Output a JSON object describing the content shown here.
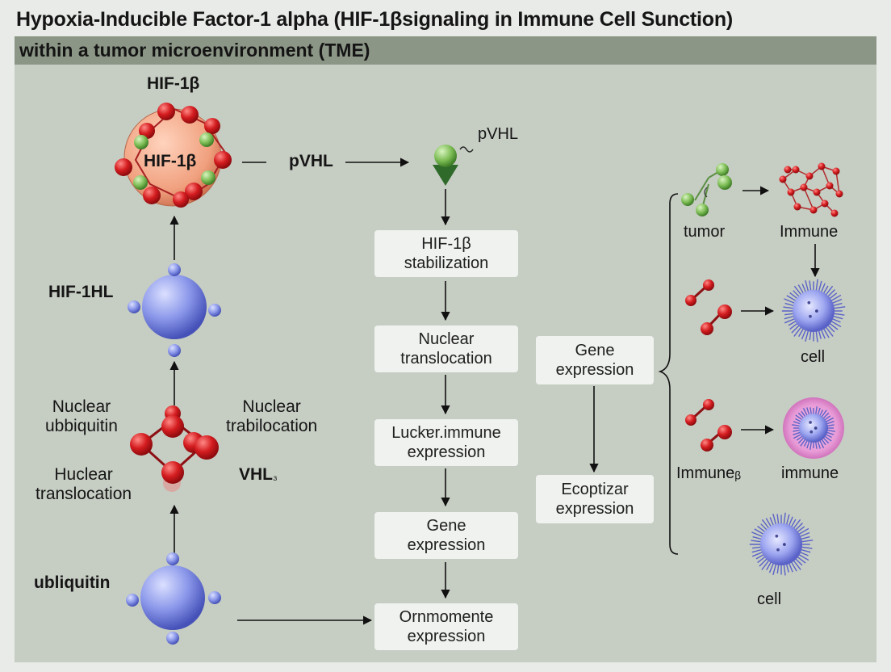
{
  "header": {
    "title": "Hypoxia-Inducible Factor-1 alpha (HIF-1βsignaling in Immune Cell Sunction)",
    "subtitle": "within a tumor microenvironment (TME)"
  },
  "left_column": {
    "top_label": "HIF-1β",
    "complex_label": "HIF-1β",
    "arrow_label": "pVHL",
    "sphere_label": "HIF-1HL",
    "nuclear_ubiquitin": [
      "Nuclear",
      "ubbiquitin"
    ],
    "nuclear_trabilocation": [
      "Nuclear",
      "trabilocation"
    ],
    "huclear_translocation": [
      "Huclear",
      "translocation"
    ],
    "vhl_label": "VHL",
    "vhl_sub": "₃",
    "ubiquitin_label": "ubliquitin"
  },
  "middle_column": {
    "pvhl_label": "pVHL",
    "steps": [
      [
        "HIF-1β",
        "stabilization"
      ],
      [
        "Nuclear",
        "translocation"
      ],
      [
        "Luckɐr.immune",
        "expression"
      ],
      [
        "Gene",
        "expression"
      ],
      [
        "Ornmomente",
        "expression"
      ]
    ]
  },
  "right_middle": {
    "gene_expression": [
      "Gene",
      "expression"
    ],
    "ecoptizar_expression": [
      "Ecoptizar",
      "expression"
    ]
  },
  "right_column": {
    "tumor": "tumor",
    "immune": "Immune",
    "cell_1": "cell",
    "immune_b": "Immuneᵦ",
    "immune_2": "immune",
    "cell_2": "cell"
  },
  "colors": {
    "background": "#e8ebe7",
    "subtitle_bar": "#8c9686",
    "panel": "#c6cdc3",
    "box": "#eff2ee",
    "red_atom": "#d0181c",
    "green_atom": "#7cbc54",
    "blue_sphere": "#7f8ee6",
    "pink_cell": "#e79ad6",
    "peach_complex": "#eea381"
  }
}
